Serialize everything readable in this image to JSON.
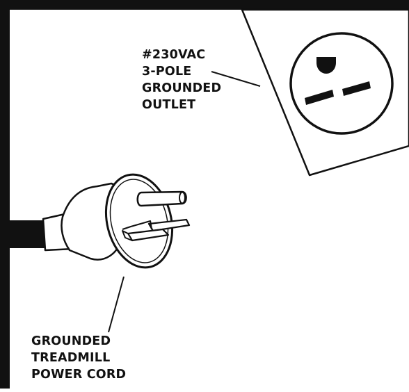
{
  "outlet_label": {
    "line1": "#230VAC",
    "line2": "3-POLE",
    "line3": "GROUNDED",
    "line4": "OUTLET"
  },
  "cord_label": {
    "line1": "GROUNDED",
    "line2": "TREADMILL",
    "line3": "POWER CORD"
  },
  "colors": {
    "ink": "#111111",
    "paper": "#ffffff"
  }
}
